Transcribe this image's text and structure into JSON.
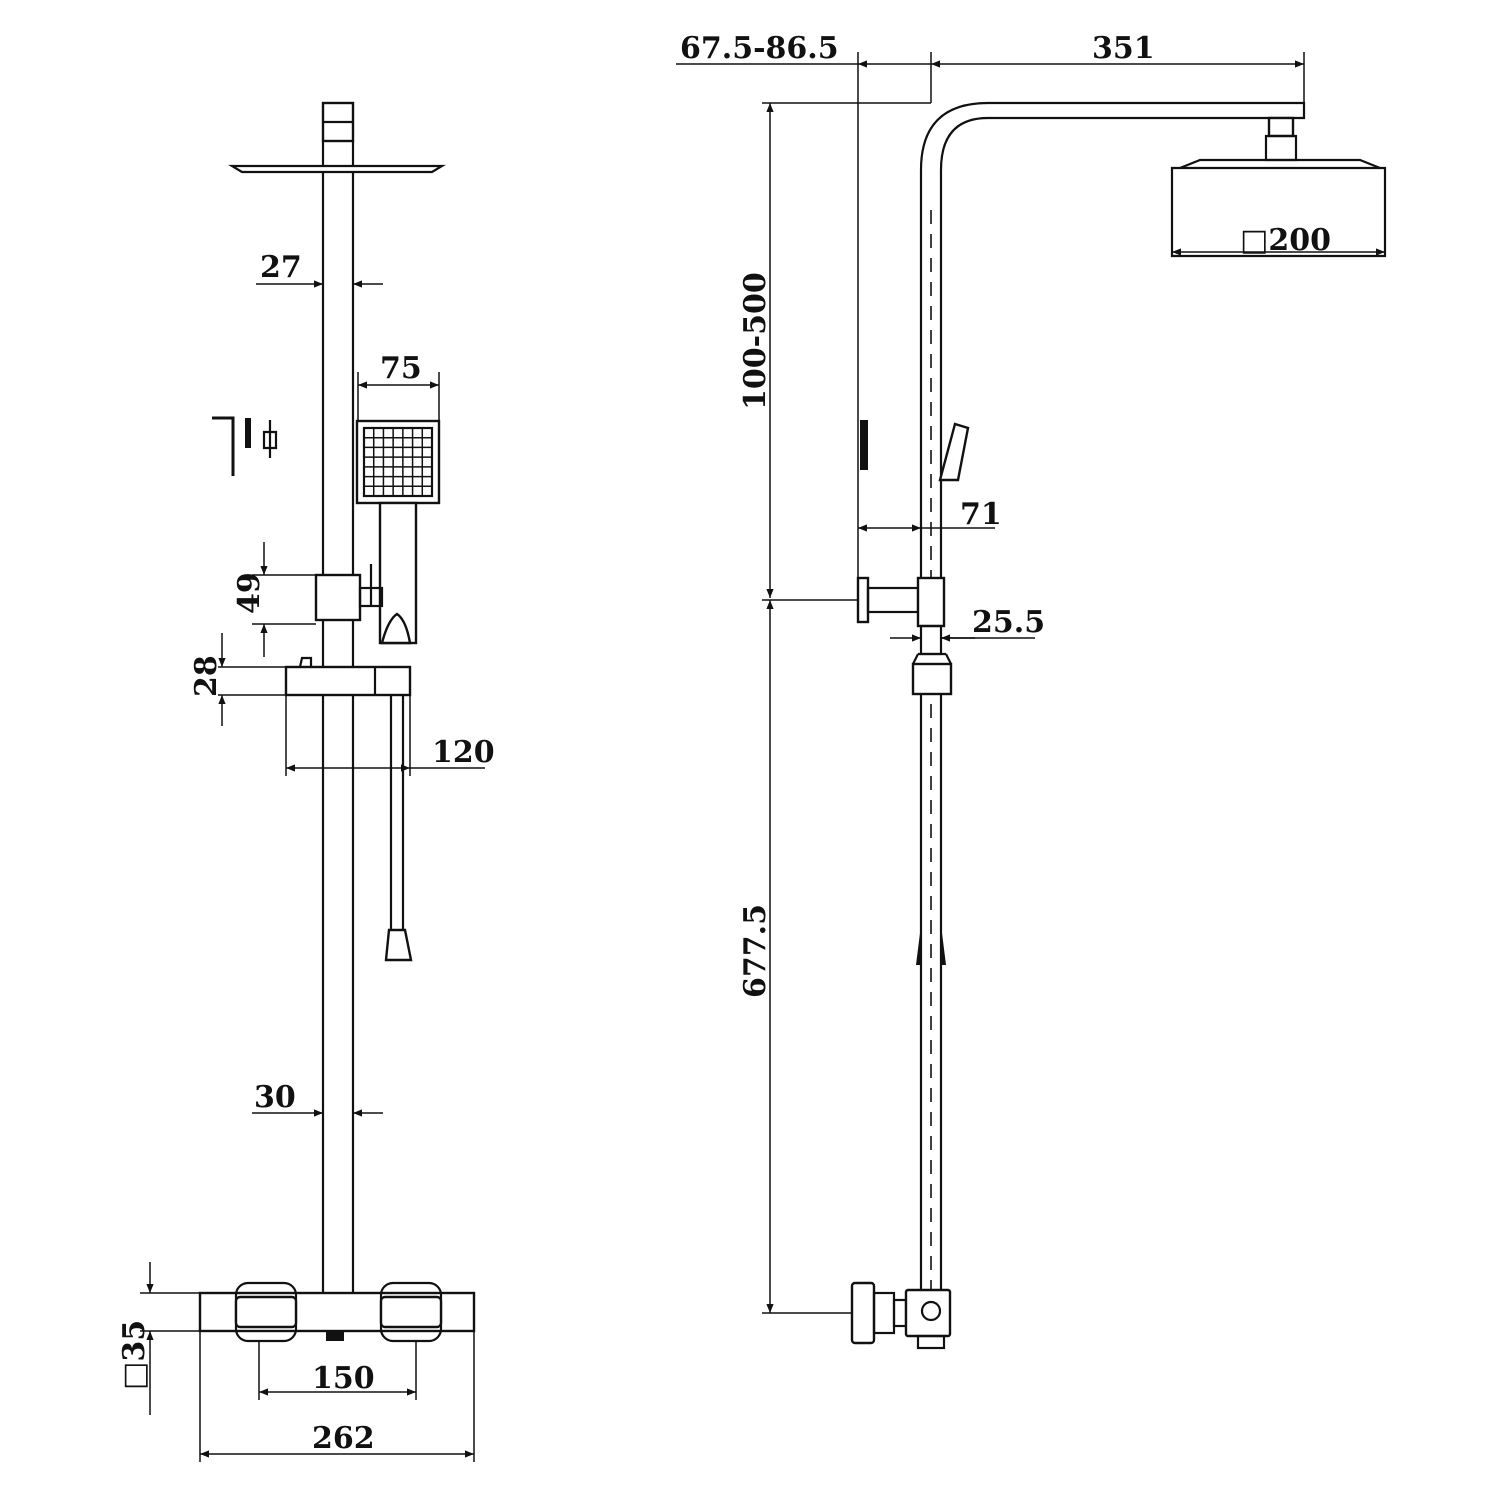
{
  "dimensions": {
    "arm_adjust": "67.5-86.5",
    "arm_length": "351",
    "head_size": "□200",
    "riser_adjust": "100-500",
    "riser_length": "677.5",
    "hand_offset": "71",
    "holder_offset": "25.5",
    "upper_pipe": "27",
    "hand_width": "75",
    "bracket_height": "49",
    "shelf_height": "28",
    "shelf_width": "120",
    "lower_pipe": "30",
    "body_height": "□35",
    "inlet_centres": "150",
    "body_width": "262"
  },
  "colors": {
    "line": "#111111",
    "background": "#ffffff"
  }
}
